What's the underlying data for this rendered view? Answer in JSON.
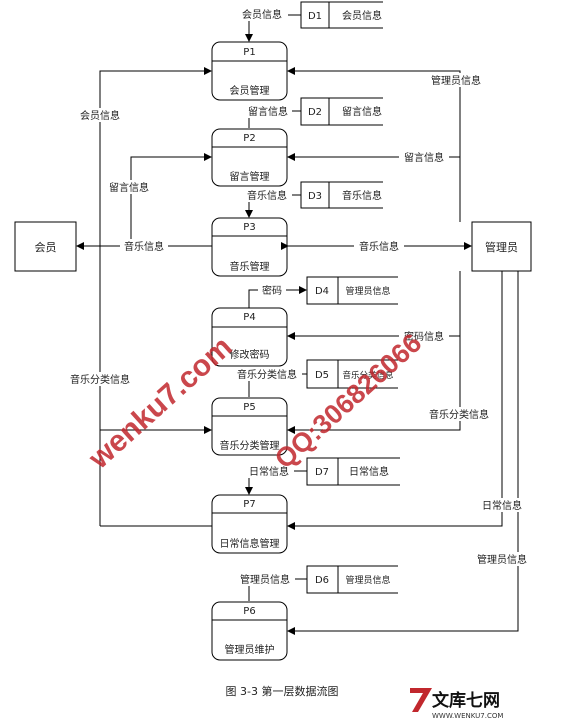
{
  "processes": [
    {
      "id": "P1",
      "name": "会员管理"
    },
    {
      "id": "P2",
      "name": "留言管理"
    },
    {
      "id": "P3",
      "name": "音乐管理"
    },
    {
      "id": "P4",
      "name": "修改密码"
    },
    {
      "id": "P5",
      "name": "音乐分类管理"
    },
    {
      "id": "P7",
      "name": "日常信息管理"
    },
    {
      "id": "P6",
      "name": "管理员维护"
    }
  ],
  "stores": [
    {
      "id": "D1",
      "name": "会员信息"
    },
    {
      "id": "D2",
      "name": "留言信息"
    },
    {
      "id": "D3",
      "name": "音乐信息"
    },
    {
      "id": "D4",
      "name": "管理员信息"
    },
    {
      "id": "D5",
      "name": "音乐分类信息"
    },
    {
      "id": "D7",
      "name": "日常信息"
    },
    {
      "id": "D6",
      "name": "管理员信息"
    }
  ],
  "entities": {
    "member": "会员",
    "admin": "管理员"
  },
  "flows": {
    "d1_p1": "会员信息",
    "d2_p2": "留言信息",
    "d3_p3": "音乐信息",
    "d4_p4": "密码",
    "d5_p5": "音乐分类信息",
    "d7_p7": "日常信息",
    "d6_p6": "管理员信息",
    "admin_p1": "管理员信息",
    "member_p1": "会员信息",
    "member_p2": "留言信息",
    "p3_member": "音乐信息",
    "member_p5": "音乐分类信息",
    "admin_p2": "留言信息",
    "admin_p3": "音乐信息",
    "admin_p4": "密码信息",
    "admin_p5": "音乐分类信息",
    "admin_p7": "日常信息",
    "admin_p6": "管理员信息"
  },
  "caption": "图 3-3 第一层数据流图",
  "watermark": {
    "diagonal_1": "wenku7.com",
    "diagonal_2": "QQ:306826066",
    "logo_text": "文库七网",
    "logo_url": "WWW.WENKU7.COM"
  }
}
